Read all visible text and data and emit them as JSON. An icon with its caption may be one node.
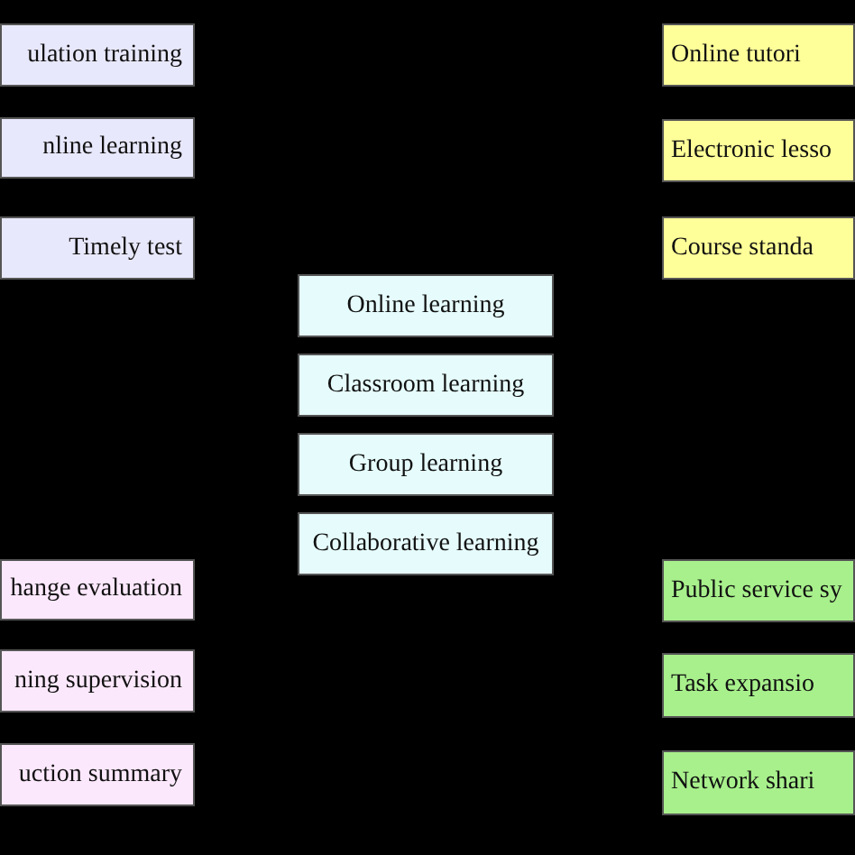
{
  "diagram": {
    "nodes": [
      {
        "text": [
          "ulation training"
        ]
      },
      {
        "text": [
          "Online tutori"
        ]
      },
      {
        "text": [
          "nline learning"
        ]
      },
      {
        "text": [
          "Electronic lesso"
        ]
      },
      {
        "text": [
          "Timely test"
        ]
      },
      {
        "text": [
          "Course standa"
        ]
      },
      {
        "text": [
          "Online learning"
        ]
      },
      {
        "text": [
          "Classroom learning"
        ]
      },
      {
        "text": [
          "Group learning"
        ]
      },
      {
        "text": [
          "Collaborative learning"
        ]
      },
      {
        "text": [
          "hange evaluation"
        ]
      },
      {
        "text": [
          "Public service sy"
        ]
      },
      {
        "text": [
          "ning supervision"
        ]
      },
      {
        "text": [
          "Task expansio"
        ]
      },
      {
        "text": [
          "uction summary"
        ]
      },
      {
        "text": [
          "Network shari"
        ]
      }
    ]
  }
}
